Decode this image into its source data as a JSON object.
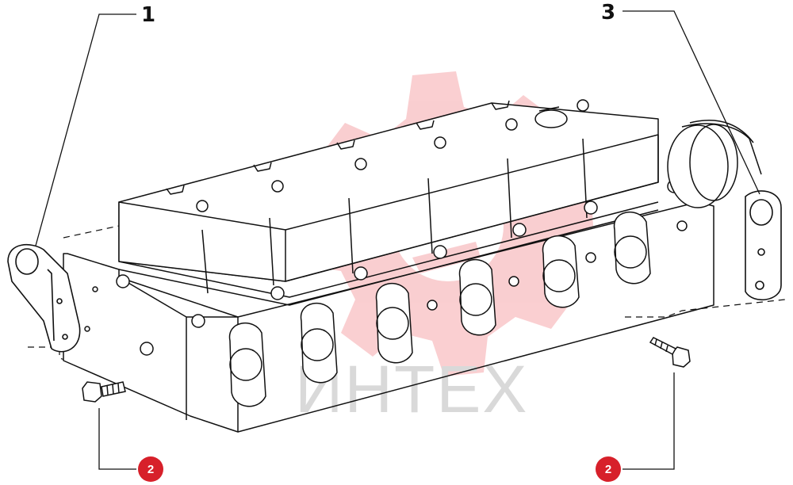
{
  "callouts": {
    "bracket_left": "1",
    "bracket_right": "3",
    "bolt_left": "2",
    "bolt_right": "2"
  },
  "watermark": {
    "text": "ИНТЕХ",
    "color": "#e8232f"
  },
  "colors": {
    "line": "#111111",
    "badge": "#d7202a"
  }
}
